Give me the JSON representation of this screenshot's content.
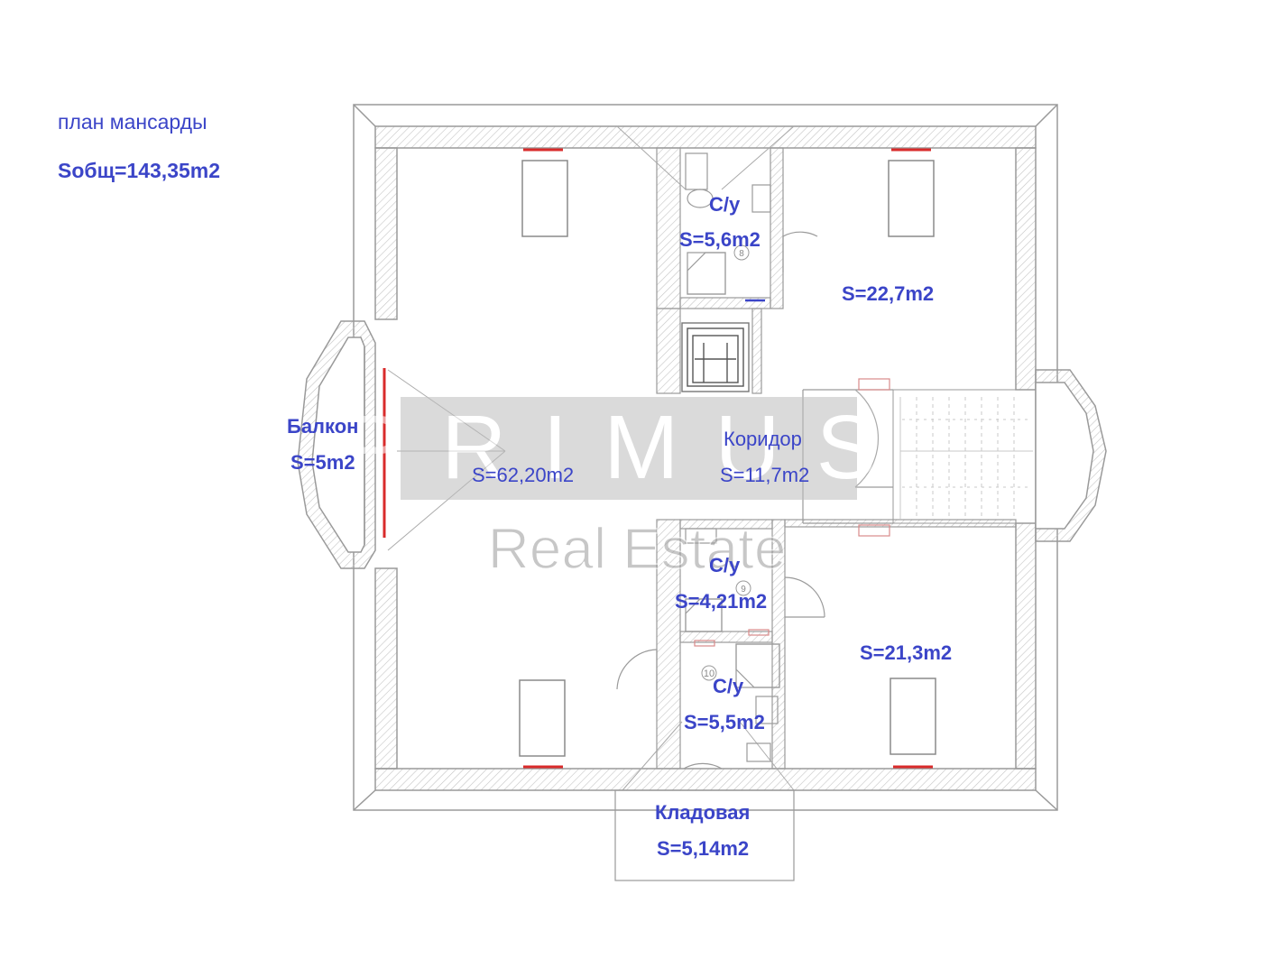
{
  "header": {
    "title": "план мансарды",
    "total_area": "Sобщ=143,35m2"
  },
  "rooms": {
    "bath1": {
      "name": "С/у",
      "area": "S=5,6m2",
      "number": "8"
    },
    "bedroom_ne": {
      "area": "S=22,7m2"
    },
    "balcony": {
      "name": "Балкон",
      "area": "S=5m2"
    },
    "main_hall": {
      "area": "S=62,20m2"
    },
    "corridor": {
      "name": "Коридор",
      "area": "S=11,7m2"
    },
    "bath2": {
      "name": "С/у",
      "area": "S=4,21m2",
      "number": "9"
    },
    "bedroom_se": {
      "area": "S=21,3m2"
    },
    "bath3": {
      "name": "С/у",
      "area": "S=5,5m2",
      "number": "10"
    },
    "storage": {
      "name": "Кладовая",
      "area": "S=5,14m2"
    }
  },
  "watermark": {
    "brand": "PRIMUS",
    "tagline": "Real Estate"
  },
  "colors": {
    "label": "#3b45c8",
    "wall_line": "#9a9a9a",
    "window_mark": "#d92b2b",
    "hatch": "#c9c9c9"
  }
}
